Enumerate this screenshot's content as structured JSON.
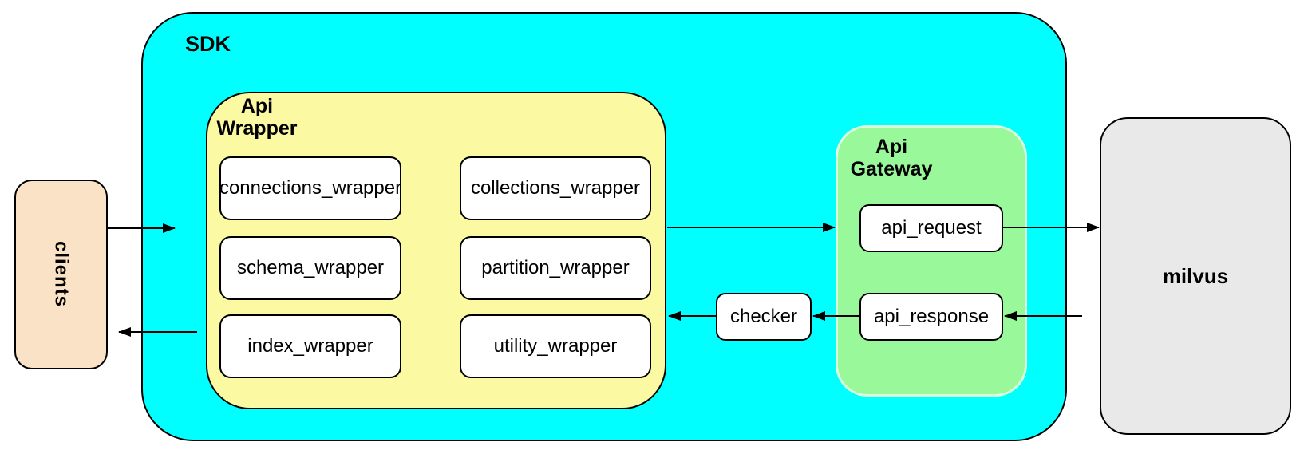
{
  "colors": {
    "canvas_bg": "#ffffff",
    "sdk_fill": "#00ffff",
    "api_wrapper_fill": "#fbf9a2",
    "api_gateway_fill": "#99f899",
    "clients_fill": "#fae2c6",
    "milvus_fill": "#e9e9e9",
    "inner_box_fill": "#ffffff",
    "stroke": "#000000"
  },
  "nodes": {
    "clients": {
      "label": "clients"
    },
    "sdk": {
      "label": "SDK"
    },
    "api_wrapper": {
      "label_line1": "Api",
      "label_line2": "Wrapper"
    },
    "wrappers_left": [
      "connections_wrapper",
      "schema_wrapper",
      "index_wrapper"
    ],
    "wrappers_right": [
      "collections_wrapper",
      "partition_wrapper",
      "utility_wrapper"
    ],
    "checker": {
      "label": "checker"
    },
    "api_gateway": {
      "label_line1": "Api",
      "label_line2": "Gateway"
    },
    "api_request": {
      "label": "api_request"
    },
    "api_response": {
      "label": "api_response"
    },
    "milvus": {
      "label": "milvus"
    }
  }
}
